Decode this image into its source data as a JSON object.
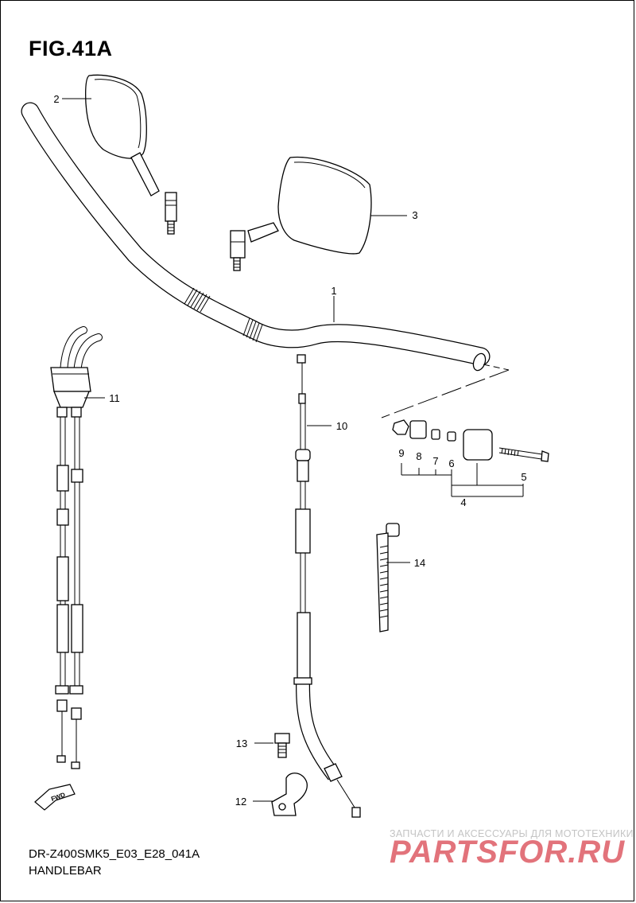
{
  "figure": {
    "title": "FIG.41A"
  },
  "footer": {
    "model_code": "DR-Z400SMK5_E03_E28_041A",
    "section_name": "HANDLEBAR"
  },
  "fwd_label": "FWD",
  "watermark": {
    "tagline": "ЗАПЧАСТИ И АКСЕССУАРЫ ДЛЯ МОТОТЕХНИКИ",
    "brand": "PARTSFOR.RU",
    "color": "#d9454f"
  },
  "callouts": {
    "c1": "1",
    "c2": "2",
    "c3": "3",
    "c4": "4",
    "c5": "5",
    "c6": "6",
    "c7": "7",
    "c8": "8",
    "c9": "9",
    "c10": "10",
    "c11": "11",
    "c12": "12",
    "c13": "13",
    "c14": "14"
  }
}
